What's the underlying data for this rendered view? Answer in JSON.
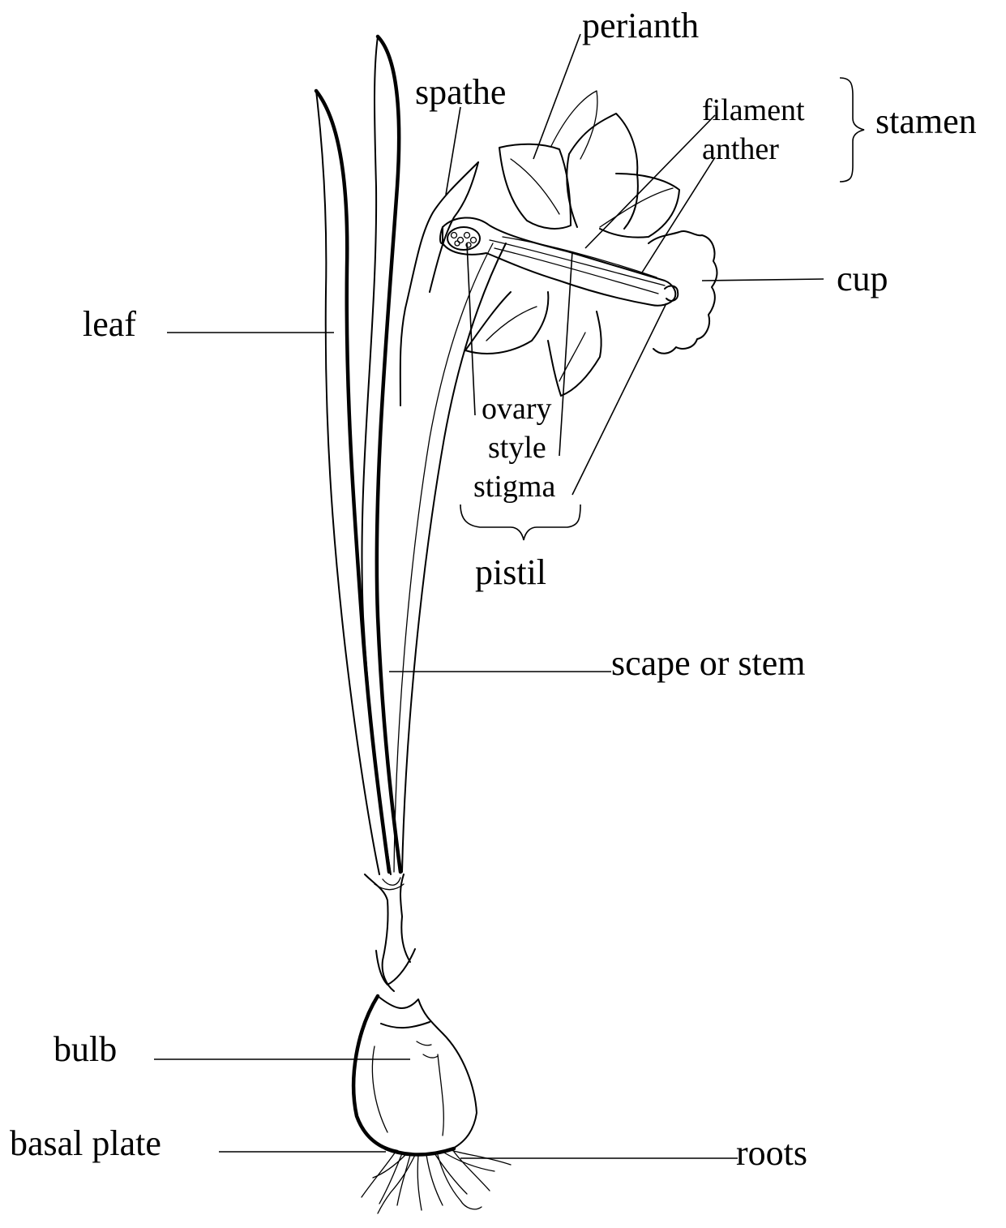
{
  "labels": {
    "perianth": "perianth",
    "spathe": "spathe",
    "filament": "filament",
    "anther": "anther",
    "stamen": "stamen",
    "cup": "cup",
    "leaf": "leaf",
    "ovary": "ovary",
    "style": "style",
    "stigma": "stigma",
    "pistil": "pistil",
    "scape": "scape or stem",
    "bulb": "bulb",
    "basal_plate": "basal plate",
    "roots": "roots"
  },
  "colors": {
    "ink": "#000000",
    "background": "#ffffff"
  }
}
